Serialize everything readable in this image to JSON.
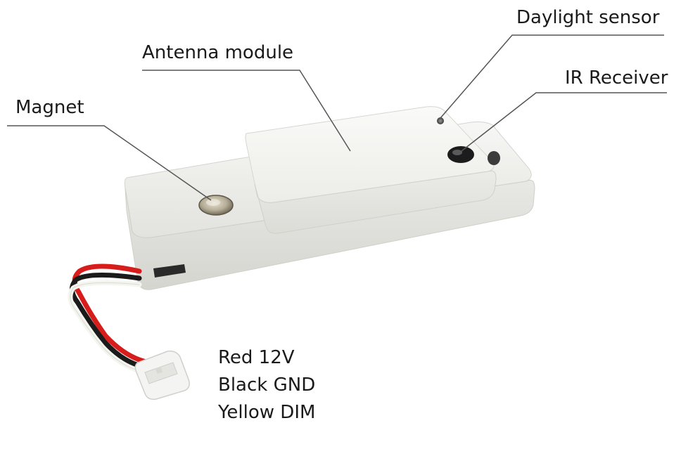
{
  "callouts": {
    "magnet": "Magnet",
    "antenna": "Antenna module",
    "daylight": "Daylight sensor",
    "ir": "IR Receiver"
  },
  "wires": [
    {
      "label": "Red 12V",
      "color": "#d71c1c"
    },
    {
      "label": "Black GND",
      "color": "#1b1b1b"
    },
    {
      "label": "Yellow DIM",
      "color": "#f5f5f0"
    }
  ]
}
